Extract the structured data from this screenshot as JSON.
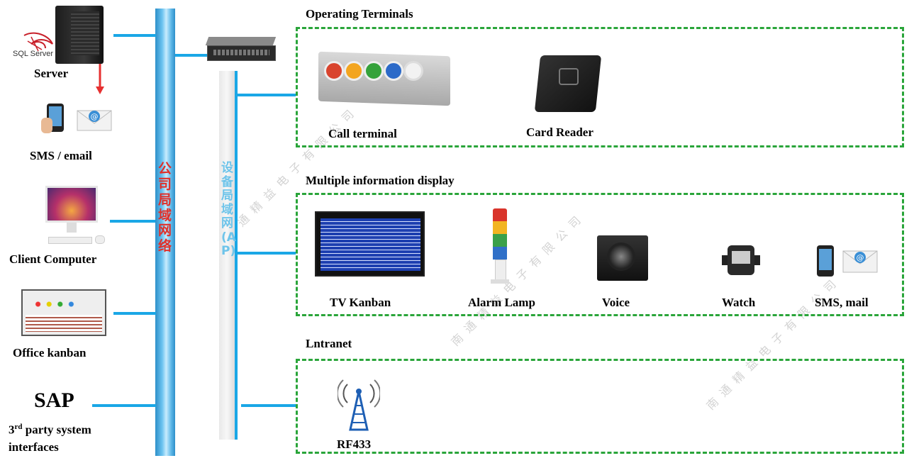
{
  "left_devices": {
    "server_label": "Server",
    "sql_brand": "SQL Server",
    "sms_email_label": "SMS / email",
    "client_label": "Client Computer",
    "office_label": "Office kanban",
    "sap_label": "SAP",
    "third_party_label_1": "3",
    "third_party_sup": "rd",
    "third_party_label_2": " party system",
    "third_party_label_3": "interfaces"
  },
  "company_lan": "公司局域网络",
  "device_lan": "设备局域网(AP)",
  "watermark": "南通精益电子有限公司",
  "sections": {
    "operating_title": "Operating Terminals",
    "multi_title": "Multiple information  display",
    "intranet_title": "Lntranet"
  },
  "operating": {
    "call_terminal": "Call terminal",
    "card_reader": "Card Reader"
  },
  "display": {
    "tv": "TV  Kanban",
    "alarm": "Alarm  Lamp",
    "voice": "Voice",
    "watch": "Watch",
    "sms": "SMS, mail"
  },
  "intranet": {
    "rf": "RF433"
  },
  "colors": {
    "bus": "#1aa7e6",
    "dashed": "#2aa53a",
    "lan_text": "#e0302a"
  }
}
